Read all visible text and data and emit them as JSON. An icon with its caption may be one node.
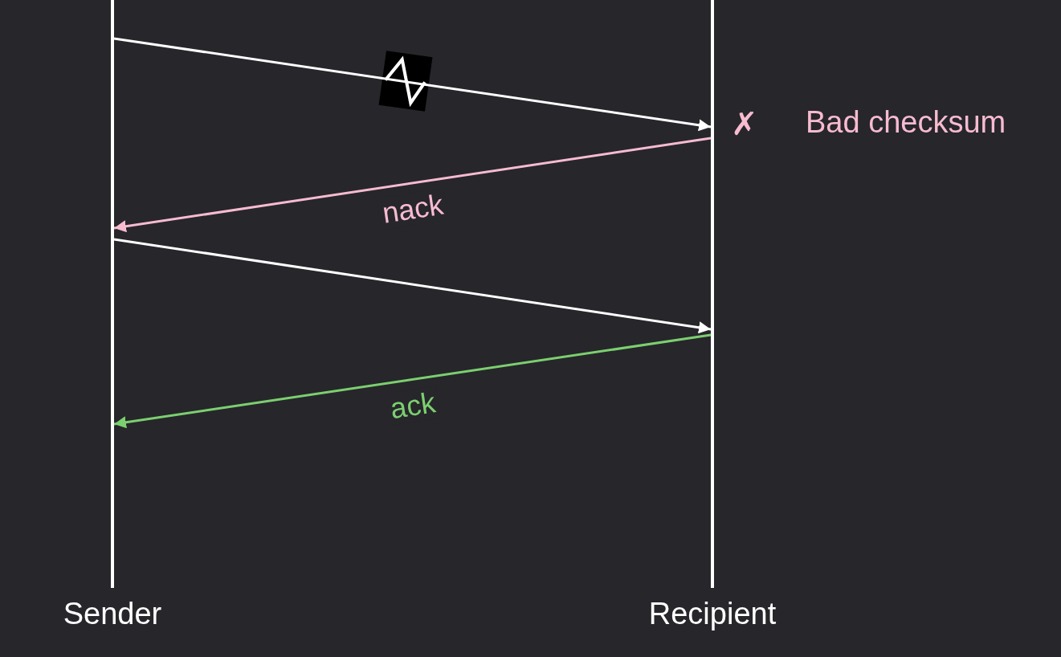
{
  "diagram": {
    "nodes": [
      {
        "text": [
          "Sender"
        ]
      },
      {
        "text": [
          "Recipient"
        ]
      }
    ],
    "edges": [
      {
        "from": 0,
        "to": 1,
        "arrow": "to"
      },
      {
        "from": 1,
        "to": 0,
        "arrow": "to",
        "label": "nack",
        "color": "#f8bbd0"
      },
      {
        "from": 0,
        "to": 1,
        "arrow": "to"
      },
      {
        "from": 1,
        "to": 0,
        "arrow": "to",
        "label": "ack",
        "color": "#7ccf6f"
      }
    ],
    "labels": [
      "✗",
      "Bad checksum"
    ]
  }
}
